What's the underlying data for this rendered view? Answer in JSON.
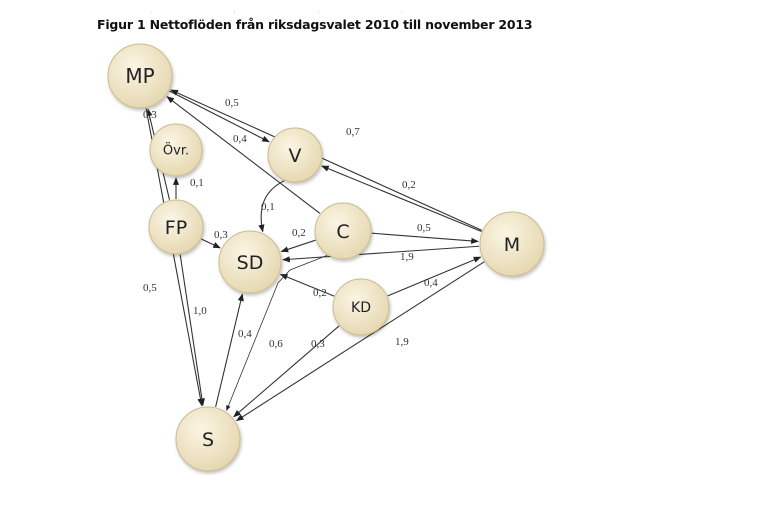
{
  "title": "Figur 1 Nettoflöden från riksdagsvalet 2010 till november 2013",
  "colors": {
    "node_fill_light": "#fbf5e4",
    "node_fill_dark": "#e4d6ae",
    "node_stroke": "#cbbb90",
    "edge": "#333333"
  },
  "nodes": [
    {
      "id": "MP",
      "label": "MP"
    },
    {
      "id": "OVR",
      "label": "Övr."
    },
    {
      "id": "V",
      "label": "V"
    },
    {
      "id": "FP",
      "label": "FP"
    },
    {
      "id": "SD",
      "label": "SD"
    },
    {
      "id": "C",
      "label": "C"
    },
    {
      "id": "M",
      "label": "M"
    },
    {
      "id": "KD",
      "label": "KD"
    },
    {
      "id": "S",
      "label": "S"
    }
  ],
  "edges": [
    {
      "from": "MP",
      "to": "V",
      "value": "0,5"
    },
    {
      "from": "C",
      "to": "MP",
      "value": "0,4"
    },
    {
      "from": "M",
      "to": "MP",
      "value": "0,7"
    },
    {
      "from": "M",
      "to": "V",
      "value": "0,2"
    },
    {
      "from": "FP",
      "to": "MP",
      "value": "0,3"
    },
    {
      "from": "FP",
      "to": "OVR",
      "value": "0,1"
    },
    {
      "from": "V",
      "to": "SD",
      "value": "0,1"
    },
    {
      "from": "FP",
      "to": "SD",
      "value": "0,3"
    },
    {
      "from": "C",
      "to": "SD",
      "value": "0,2"
    },
    {
      "from": "C",
      "to": "M",
      "value": "0,5"
    },
    {
      "from": "M",
      "to": "SD",
      "value": "1,9"
    },
    {
      "from": "KD",
      "to": "SD",
      "value": "0,2"
    },
    {
      "from": "KD",
      "to": "M",
      "value": "0,4"
    },
    {
      "from": "MP",
      "to": "S",
      "value": "0,5"
    },
    {
      "from": "FP",
      "to": "S",
      "value": "1,0"
    },
    {
      "from": "S",
      "to": "SD",
      "value": "0,4"
    },
    {
      "from": "C",
      "to": "S",
      "value": "0,6"
    },
    {
      "from": "KD",
      "to": "S",
      "value": "0,3"
    },
    {
      "from": "M",
      "to": "S",
      "value": "1,9"
    }
  ]
}
